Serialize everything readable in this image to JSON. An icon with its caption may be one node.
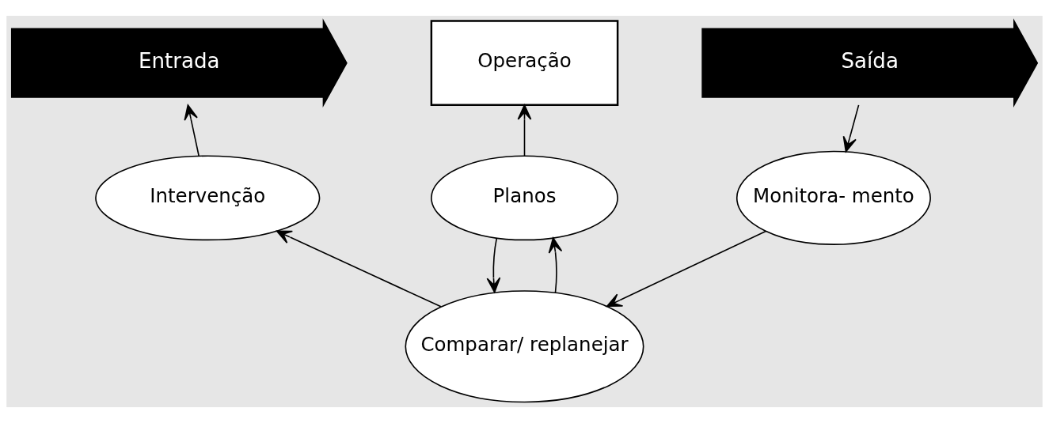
{
  "diagram": {
    "nodes": [
      {
        "text": [
          "Entrada"
        ]
      },
      {
        "text": [
          "Operação"
        ]
      },
      {
        "text": [
          "Saída"
        ]
      },
      {
        "text": [
          "Intervenção"
        ]
      },
      {
        "text": [
          "Planos"
        ]
      },
      {
        "text": [
          "Monitora- mento"
        ]
      },
      {
        "text": [
          "Comparar/ replanejar"
        ]
      }
    ],
    "edges": [
      {
        "from": 3,
        "to": 0,
        "arrow": "to"
      },
      {
        "from": 4,
        "to": 1,
        "arrow": "to"
      },
      {
        "from": 2,
        "to": 5,
        "arrow": "to"
      },
      {
        "from": 6,
        "to": 4,
        "arrow": "to"
      },
      {
        "from": 4,
        "to": 6,
        "arrow": "to"
      },
      {
        "from": 5,
        "to": 6,
        "arrow": "to"
      },
      {
        "from": 6,
        "to": 3,
        "arrow": "to"
      }
    ]
  }
}
